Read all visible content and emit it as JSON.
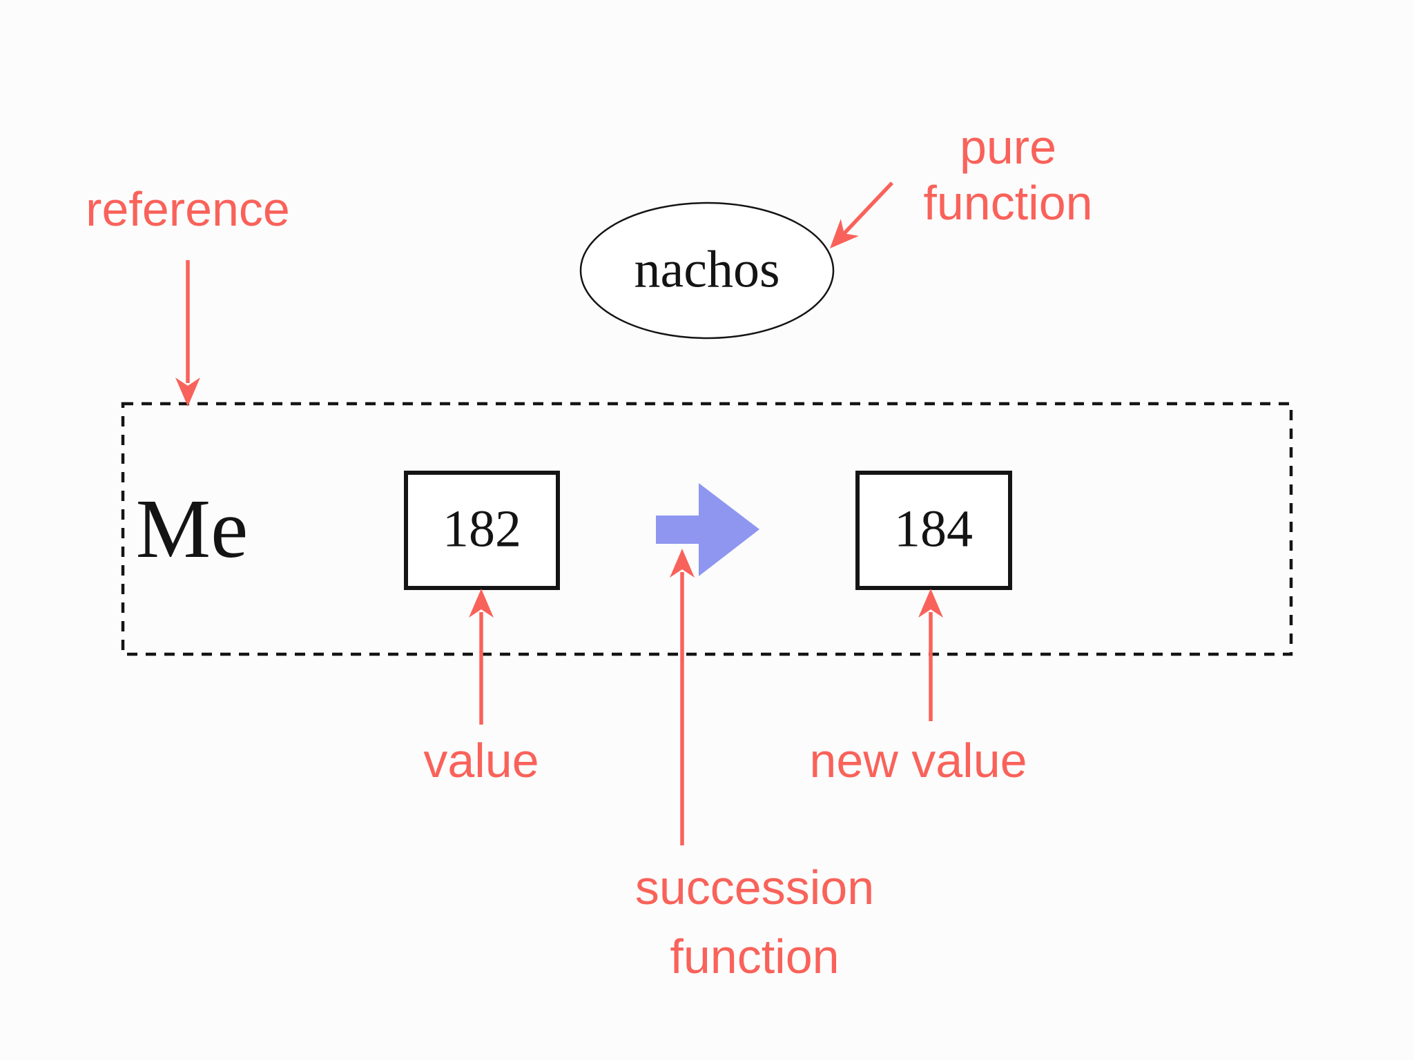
{
  "colors": {
    "label_red": "#f9625a",
    "arrow_blue": "#8f96f0",
    "ink": "#141414",
    "background": "#fcfcfc"
  },
  "annotations": {
    "reference": "reference",
    "pure_function": {
      "line1": "pure",
      "line2": "function"
    },
    "value": "value",
    "new_value": "new value",
    "succession_function": {
      "line1": "succession",
      "line2": "function"
    }
  },
  "diagram": {
    "function_ellipse": "nachos",
    "reference_name": "Me",
    "old_value": "182",
    "new_value": "184"
  }
}
